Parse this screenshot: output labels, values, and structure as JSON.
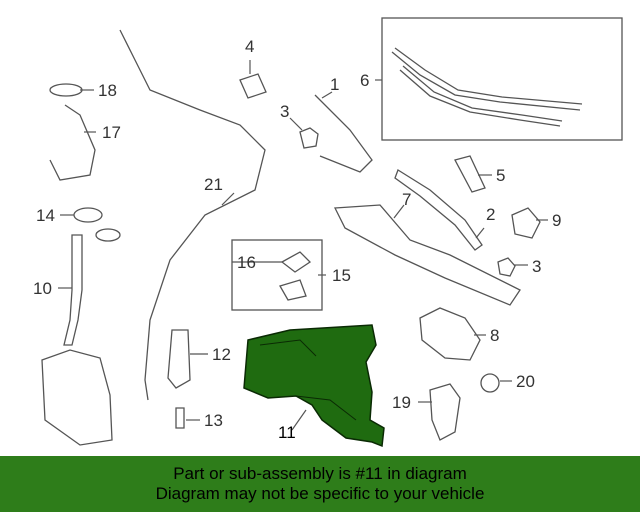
{
  "colors": {
    "highlight": "#1f6b10",
    "banner": "#2e7d1a",
    "line": "#555555"
  },
  "callouts": [
    {
      "id": "c1",
      "label": "1"
    },
    {
      "id": "c2",
      "label": "2"
    },
    {
      "id": "c3a",
      "label": "3"
    },
    {
      "id": "c3b",
      "label": "3"
    },
    {
      "id": "c4",
      "label": "4"
    },
    {
      "id": "c5",
      "label": "5"
    },
    {
      "id": "c6",
      "label": "6"
    },
    {
      "id": "c7",
      "label": "7"
    },
    {
      "id": "c8",
      "label": "8"
    },
    {
      "id": "c9",
      "label": "9"
    },
    {
      "id": "c10",
      "label": "10"
    },
    {
      "id": "c11",
      "label": "11"
    },
    {
      "id": "c12",
      "label": "12"
    },
    {
      "id": "c13",
      "label": "13"
    },
    {
      "id": "c14",
      "label": "14"
    },
    {
      "id": "c15",
      "label": "15"
    },
    {
      "id": "c16",
      "label": "16"
    },
    {
      "id": "c17",
      "label": "17"
    },
    {
      "id": "c18",
      "label": "18"
    },
    {
      "id": "c19",
      "label": "19"
    },
    {
      "id": "c20",
      "label": "20"
    },
    {
      "id": "c21",
      "label": "21"
    }
  ],
  "highlighted_part": "11",
  "banner": {
    "line1": "Part or sub-assembly is #11 in diagram",
    "line2": "Diagram may not be specific to your vehicle"
  }
}
